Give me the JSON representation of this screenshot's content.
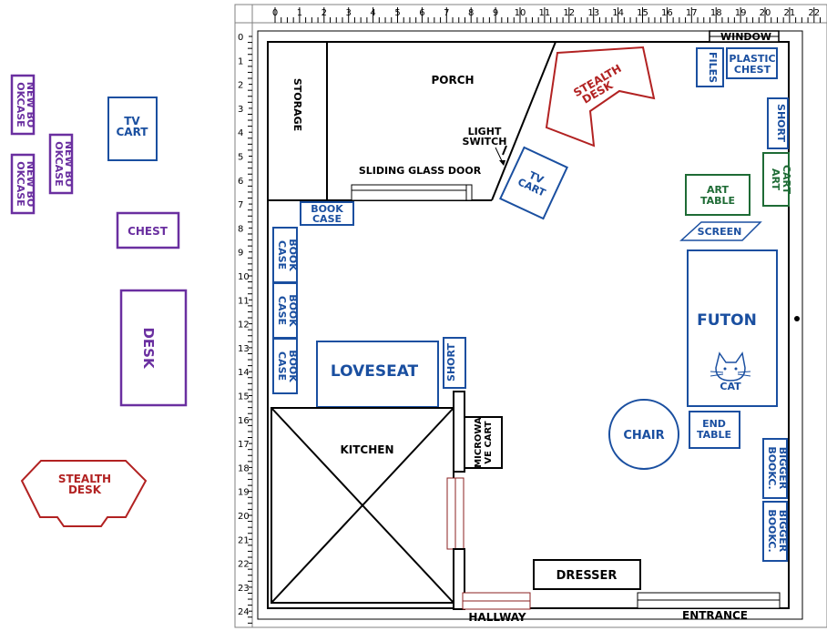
{
  "colors": {
    "blue": "#1a4fa0",
    "purple": "#6a2fa0",
    "red": "#b22222",
    "green": "#1e6b35",
    "black": "#000000"
  },
  "rulers": {
    "top": [
      "0",
      "1",
      "2",
      "3",
      "4",
      "5",
      "6",
      "7",
      "8",
      "9",
      "10",
      "11",
      "12",
      "13",
      "14",
      "15",
      "16",
      "17",
      "18",
      "19",
      "20",
      "21",
      "22"
    ],
    "left": [
      "0",
      "1",
      "2",
      "3",
      "4",
      "5",
      "6",
      "7",
      "8",
      "9",
      "10",
      "11",
      "12",
      "13",
      "14",
      "15",
      "16",
      "17",
      "18",
      "19",
      "20",
      "21",
      "22",
      "23",
      "24"
    ]
  },
  "room_labels": {
    "window": "WINDOW",
    "porch": "PORCH",
    "storage": "STORAGE",
    "light_switch_1": "LIGHT",
    "light_switch_2": "SWITCH",
    "sliding_glass_door": "SLIDING GLASS DOOR",
    "kitchen": "KITCHEN",
    "hallway": "HALLWAY",
    "entrance": "ENTRANCE"
  },
  "furniture": {
    "stealth_desk_room_1": "STEALTH",
    "stealth_desk_room_2": "DESK",
    "files": "FILES",
    "plastic_chest_1": "PLASTIC",
    "plastic_chest_2": "CHEST",
    "short_top": "SHORT",
    "art_cart_1": "ART",
    "art_cart_2": "CART",
    "art_table_1": "ART",
    "art_table_2": "TABLE",
    "screen": "SCREEN",
    "tv_cart_room_1": "TV",
    "tv_cart_room_2": "CART",
    "bookcase_top_1": "BOOK",
    "bookcase_top_2": "CASE",
    "bookcase_left_1": "BOOK",
    "bookcase_left_2": "CASE",
    "futon": "FUTON",
    "cat": "CAT",
    "loveseat": "LOVESEAT",
    "short_mid": "SHORT",
    "microwave_cart_1": "MICROWA",
    "microwave_cart_2": "VE CART",
    "chair": "CHAIR",
    "end_table_1": "END",
    "end_table_2": "TABLE",
    "bigger_bookcase_1": "BIGGER",
    "bigger_bookcase_2": "BOOKC.",
    "dresser": "DRESSER"
  },
  "unplaced": {
    "new_bookcase_1": "NEW BO",
    "new_bookcase_2": "OKCASE",
    "tv_cart_1": "TV",
    "tv_cart_2": "CART",
    "chest": "CHEST",
    "desk": "DESK",
    "stealth_desk_1": "STEALTH",
    "stealth_desk_2": "DESK"
  }
}
